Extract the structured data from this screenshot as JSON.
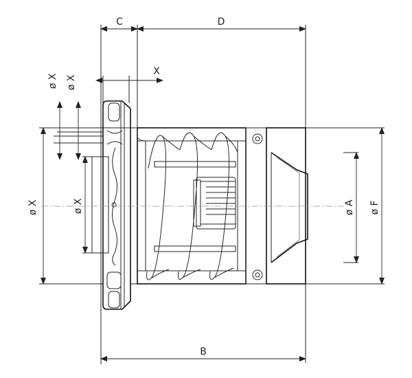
{
  "dimensions": {
    "B": "B",
    "C": "C",
    "D": "D",
    "X_top": "X",
    "dia_A": "ø A",
    "dia_F": "ø F",
    "dia_X_outer": "ø X",
    "dia_X_inner": "ø X",
    "dia_X_bolt1": "ø X",
    "dia_X_bolt2": "ø X"
  }
}
